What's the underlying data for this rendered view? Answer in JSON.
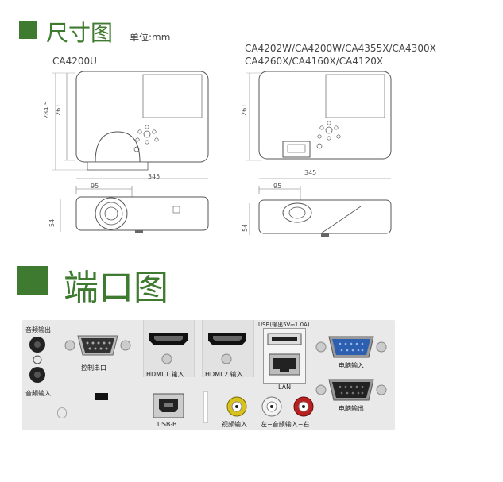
{
  "dimensions_section": {
    "title": "尺寸图",
    "unit": "单位:mm",
    "left_model": "CA4200U",
    "right_models_line1": "CA4202W/CA4200W/CA4355X/CA4300X",
    "right_models_line2": "CA4260X/CA4160X/CA4120X",
    "left": {
      "height_outer": "284.5",
      "height_inner": "261",
      "width": "345",
      "lens_offset": "95",
      "depth": "54"
    },
    "right": {
      "height": "261",
      "width": "345",
      "lens_offset": "95",
      "depth": "54"
    }
  },
  "ports_section": {
    "title": "端口图",
    "labels": {
      "audio_out": "音频输出",
      "audio_in": "音频输入",
      "serial": "控制串口",
      "hdmi1": "HDMI 1 输入",
      "hdmi2": "HDMI 2 输入",
      "usb_top": "USB(输出5V⎓1.0A)",
      "lan": "LAN",
      "pc_in": "电脑输入",
      "pc_out": "电脑输出",
      "usb_b": "USB-B",
      "video_in": "视频输入",
      "audio_lr": "左−音频输入−右"
    }
  },
  "colors": {
    "accent": "#3e7a2f"
  }
}
